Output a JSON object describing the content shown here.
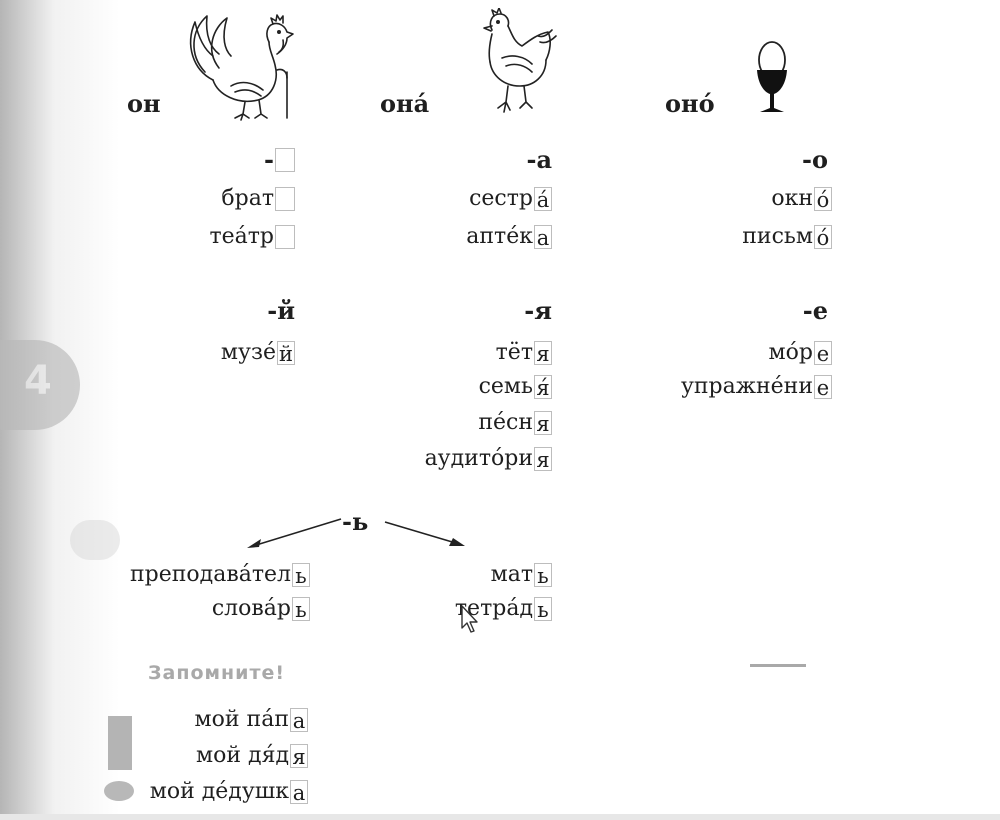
{
  "columns": {
    "masculine": {
      "pronoun": "он",
      "hard_ending": "-",
      "hard_words": [
        {
          "stem": "брат",
          "ending": ""
        },
        {
          "stem": "теáтр",
          "ending": ""
        }
      ],
      "soft_ending": "-й",
      "soft_words": [
        {
          "stem": "музé",
          "ending": "й"
        }
      ]
    },
    "feminine": {
      "pronoun": "онá",
      "hard_ending": "-а",
      "hard_words": [
        {
          "stem": "сестр",
          "ending": "á"
        },
        {
          "stem": "аптéк",
          "ending": "а"
        }
      ],
      "soft_ending": "-я",
      "soft_words": [
        {
          "stem": "тёт",
          "ending": "я"
        },
        {
          "stem": "семь",
          "ending": "я́"
        },
        {
          "stem": "пéсн",
          "ending": "я"
        },
        {
          "stem": "аудитóри",
          "ending": "я"
        }
      ]
    },
    "neuter": {
      "pronoun": "онó",
      "hard_ending": "-о",
      "hard_words": [
        {
          "stem": "окн",
          "ending": "ó"
        },
        {
          "stem": "письм",
          "ending": "ó"
        }
      ],
      "soft_ending": "-е",
      "soft_words": [
        {
          "stem": "мóр",
          "ending": "е"
        },
        {
          "stem": "упражнéни",
          "ending": "е"
        }
      ]
    }
  },
  "soft_sign": {
    "ending": "-ь",
    "left_words": [
      {
        "stem": "преподавáтел",
        "ending": "ь"
      },
      {
        "stem": "словáр",
        "ending": "ь"
      }
    ],
    "right_words": [
      {
        "stem": "мат",
        "ending": "ь"
      },
      {
        "stem": "тетрáд",
        "ending": "ь"
      }
    ]
  },
  "remember": {
    "title": "Запомните!",
    "words": [
      {
        "stem": "мой пáп",
        "ending": "а"
      },
      {
        "stem": "мой дя́д",
        "ending": "я"
      },
      {
        "stem": "мой дéдушк",
        "ending": "а"
      }
    ]
  },
  "margin_tab": {
    "number": "4"
  },
  "icons": {
    "masculine": "rooster-icon",
    "feminine": "hen-icon",
    "neuter": "egg-in-cup-icon"
  }
}
